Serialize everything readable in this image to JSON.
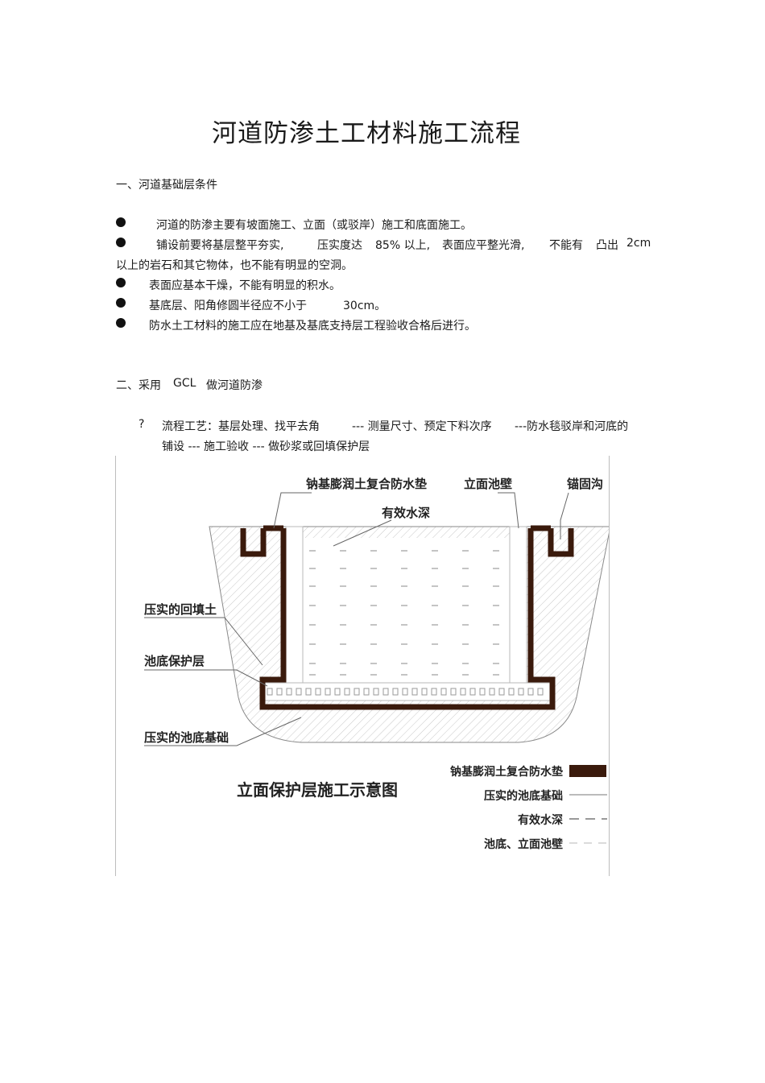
{
  "title": "河道防渗土工材料施工流程",
  "section1": {
    "heading": "一、河道基础层条件",
    "bullets": [
      {
        "segments": [
          "河道的防渗主要有坡面施工、立面（或驳岸）施工和底面施工。"
        ]
      },
      {
        "segments": [
          "铺设前要将基层整平夯实,",
          "压实度达",
          "85% 以上,",
          "表面应平整光滑,",
          "不能有",
          "凸出",
          "2cm"
        ],
        "continuation": "以上的岩石和其它物体，也不能有明显的空洞。"
      },
      {
        "segments": [
          "表面应基本干燥，不能有明显的积水。"
        ]
      },
      {
        "segments": [
          "基底层、阳角修圆半径应不小于",
          "30cm。"
        ]
      },
      {
        "segments": [
          "防水土工材料的施工应在地基及基底支持层工程验收合格后进行。"
        ]
      }
    ]
  },
  "section2": {
    "heading_parts": [
      "二、采用",
      "GCL",
      "做河道防渗"
    ],
    "process": {
      "marker": "?",
      "line1_parts": [
        "流程工艺：基层处理、找平去角",
        "--- 测量尺寸、预定下料次序",
        "---防水毯驳岸和河底的"
      ],
      "line2": "铺设 --- 施工验收 --- 做砂浆或回填保护层"
    }
  },
  "diagram": {
    "labels": {
      "gcl": "钠基膨润土复合防水垫",
      "wall": "立面池壁",
      "anchor": "锚固沟",
      "water_depth": "有效水深",
      "backfill": "压实的回填土",
      "protect": "池底保护层",
      "foundation": "压实的池底基础"
    },
    "caption": "立面保护层施工示意图",
    "legend": [
      {
        "label": "钠基膨润土复合防水垫",
        "style": "thick-bar"
      },
      {
        "label": "压实的池底基础",
        "style": "thin-line"
      },
      {
        "label": "有效水深",
        "style": "dashed"
      },
      {
        "label": "池底、立面池壁",
        "style": "light-dashed"
      }
    ],
    "colors": {
      "liner": "#3a1a0c",
      "hatch": "#c8c8c8",
      "water": "#b0b0b0",
      "text": "#222222"
    }
  }
}
